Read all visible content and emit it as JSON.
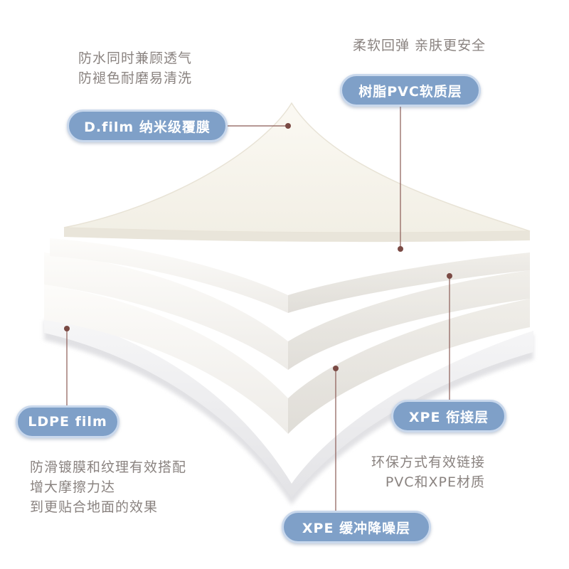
{
  "labels": {
    "dfilm": "D.film 纳米级覆膜",
    "pvc": "树脂PVC软质层",
    "ldpe": "LDPE film",
    "xpe_link": "XPE 衔接层",
    "xpe_buffer": "XPE 缓冲降噪层"
  },
  "descriptions": {
    "dfilm": [
      "防水同时兼顾透气",
      "防褪色耐磨易清洗"
    ],
    "pvc": [
      "柔软回弹 亲肤更安全"
    ],
    "ldpe": [
      "防滑镀膜和纹理有效搭配",
      "增大摩擦力达",
      "到更贴合地面的效果"
    ],
    "xpe_link": [
      "环保方式有效链接",
      "PVC和XPE材质"
    ]
  },
  "colors": {
    "pill": "#7fa0c8",
    "pill_border": "#c9d8ec",
    "leader": "#7a4a44",
    "text": "#8a8380"
  }
}
